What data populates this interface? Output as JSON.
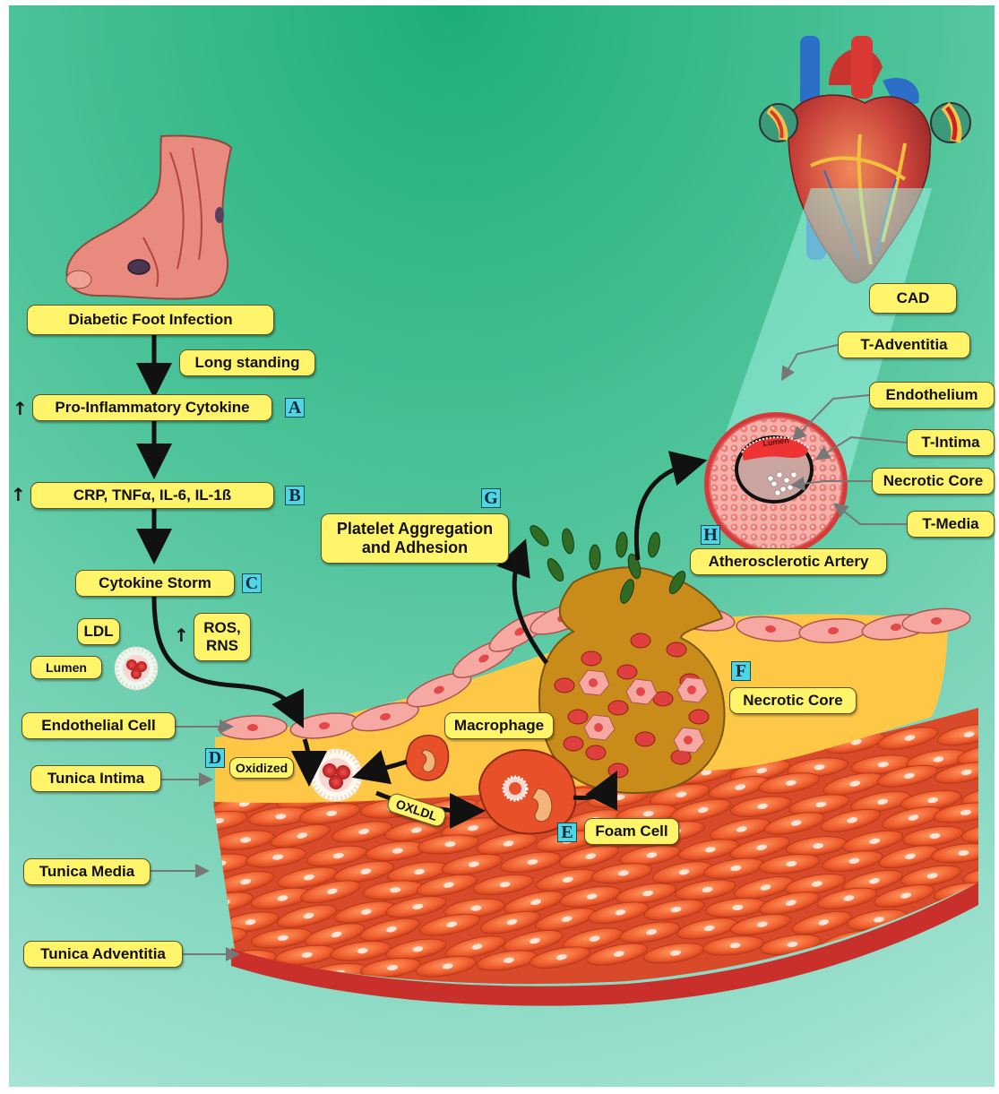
{
  "labels": {
    "diabetic_foot_infection": "Diabetic Foot Infection",
    "long_standing": "Long standing",
    "pro_inflammatory_cytokine": "Pro-Inflammatory Cytokine",
    "crp": "CRP, TNFα, IL-6, IL-1ß",
    "cytokine_storm": "Cytokine Storm",
    "ldl": "LDL",
    "lumen": "Lumen",
    "ros_line1": "ROS,",
    "ros_line2": "RNS",
    "endothelial_cell": "Endothelial Cell",
    "tunica_intima": "Tunica Intima",
    "oxidized": "Oxidized",
    "oxldl": "OXLDL",
    "macrophage": "Macrophage",
    "foam_cell": "Foam Cell",
    "necrotic_core": "Necrotic Core",
    "tunica_media": "Tunica Media",
    "tunica_adventitia": "Tunica Adventitia",
    "platelet_line1": "Platelet Aggregation",
    "platelet_line2": "and Adhesion",
    "atherosclerotic_artery": "Atherosclerotic Artery",
    "cad": "CAD",
    "t_adventitia": "T-Adventitia",
    "endothelium": "Endothelium",
    "t_intima": "T-Intima",
    "necrotic_core_right": "Necrotic Core",
    "t_media": "T-Media",
    "lumen_inner": "Lumen"
  },
  "badges": {
    "a": "A",
    "b": "B",
    "c": "C",
    "d": "D",
    "e": "E",
    "f": "F",
    "g": "G",
    "h": "H"
  },
  "arrows": {
    "up": "↑"
  },
  "colors": {
    "background_top": "#22b37e",
    "background_bottom": "#a8e3d4",
    "label_fill": "#fff46a",
    "badge_fill": "#4fd6e6",
    "muscle_cell": "#f0582c",
    "intima_yellow": "#ffc746",
    "endothelial_cell": "#f6a9a3",
    "plaque": "#c98c1a",
    "artery_ring": "#d63a3a",
    "platelet": "#2f6b23"
  }
}
